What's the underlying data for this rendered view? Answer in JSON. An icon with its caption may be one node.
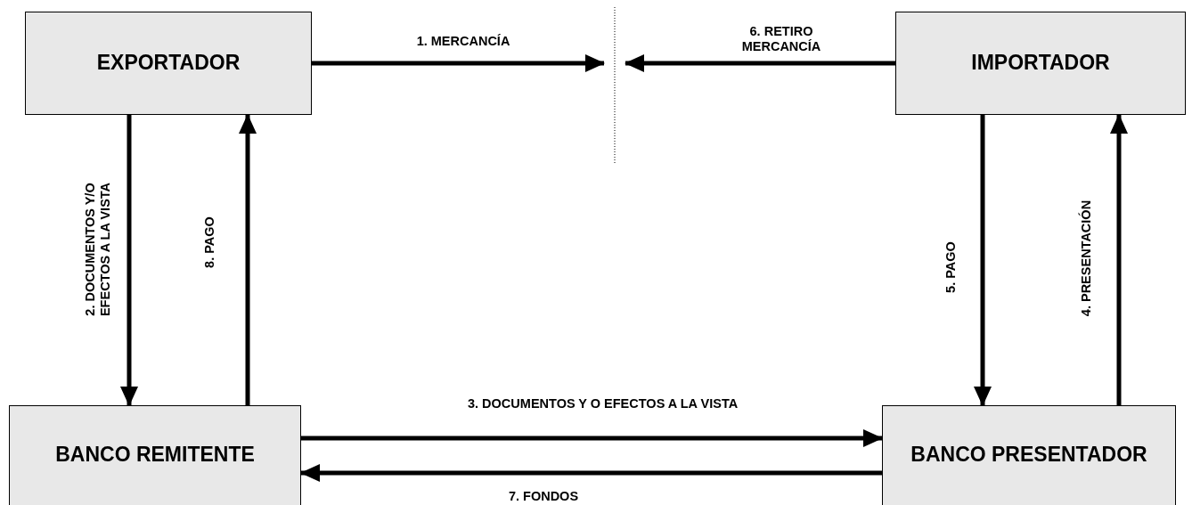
{
  "diagram": {
    "nodes": [
      {
        "text": [
          "EXPORTADOR"
        ]
      },
      {
        "text": [
          "IMPORTADOR"
        ]
      },
      {
        "text": [
          "BANCO REMITENTE"
        ]
      },
      {
        "text": [
          "BANCO PRESENTADOR"
        ]
      }
    ],
    "edges": [
      {
        "from": 0,
        "to": null,
        "arrow": "to",
        "label": "1. MERCANCÍA"
      },
      {
        "from": 0,
        "to": 2,
        "arrow": "to",
        "label": "2. DOCUMENTOS Y/O EFECTOS A LA VISTA"
      },
      {
        "from": 2,
        "to": 3,
        "arrow": "to",
        "label": "3. DOCUMENTOS Y O EFECTOS A LA VISTA"
      },
      {
        "from": 3,
        "to": 1,
        "arrow": "to",
        "label": "4. PRESENTACIÓN"
      },
      {
        "from": 1,
        "to": 3,
        "arrow": "to",
        "label": "5. PAGO"
      },
      {
        "from": 1,
        "to": null,
        "arrow": "to",
        "label": "6. RETIRO MERCANCÍA"
      },
      {
        "from": 3,
        "to": 2,
        "arrow": "to",
        "label": "7. FONDOS"
      },
      {
        "from": 2,
        "to": 0,
        "arrow": "to",
        "label": "8. PAGO"
      }
    ]
  }
}
